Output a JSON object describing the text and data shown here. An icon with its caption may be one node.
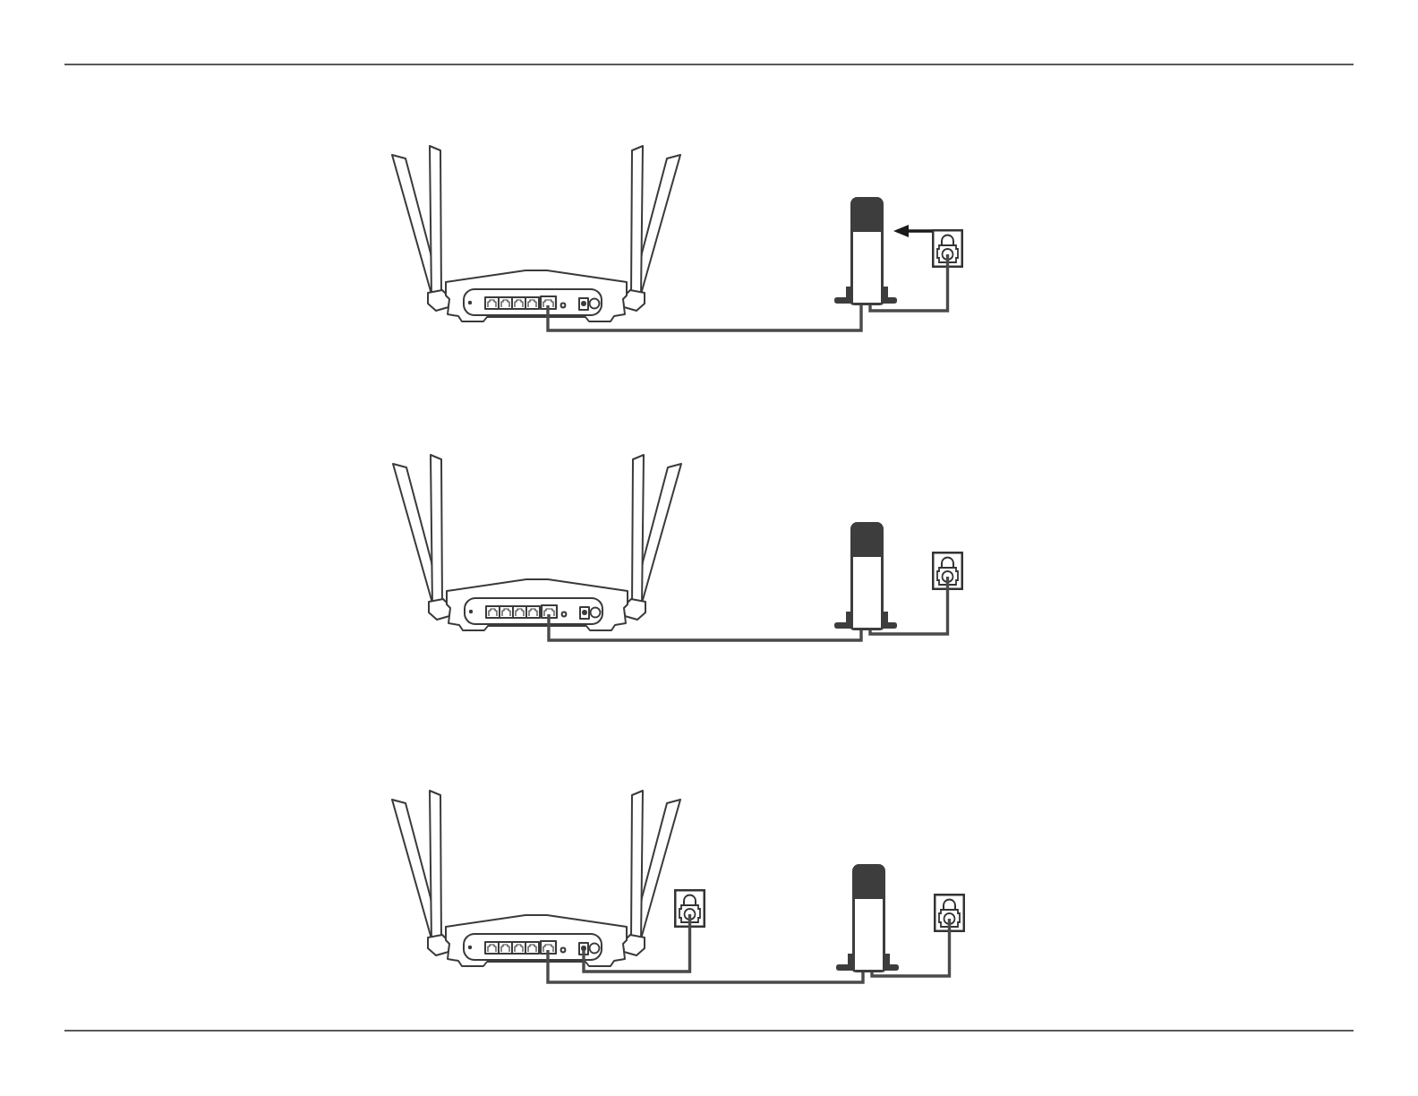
{
  "diagram": {
    "nodes": [
      {
        "text": [],
        "shape": "picture"
      },
      {
        "text": [],
        "shape": "picture"
      },
      {
        "text": [],
        "shape": "picture"
      },
      {
        "text": [],
        "shape": "picture"
      },
      {
        "text": [],
        "shape": "picture"
      },
      {
        "text": [],
        "shape": "picture"
      },
      {
        "text": [],
        "shape": "picture"
      },
      {
        "text": [],
        "shape": "picture"
      },
      {
        "text": [],
        "shape": "picture"
      },
      {
        "text": [],
        "shape": "picture"
      }
    ],
    "edges": [
      {
        "from": 0,
        "to": 1,
        "arrow": "none"
      },
      {
        "from": 1,
        "to": 2,
        "arrow": "none"
      },
      {
        "from": 2,
        "to": 1,
        "arrow": "to",
        "color": "#1a1a1a"
      },
      {
        "from": 3,
        "to": 4,
        "arrow": "none"
      },
      {
        "from": 4,
        "to": 5,
        "arrow": "none"
      },
      {
        "from": 6,
        "to": 7,
        "arrow": "none"
      },
      {
        "from": 6,
        "to": 8,
        "arrow": "none"
      },
      {
        "from": 8,
        "to": 9,
        "arrow": "none"
      }
    ]
  }
}
